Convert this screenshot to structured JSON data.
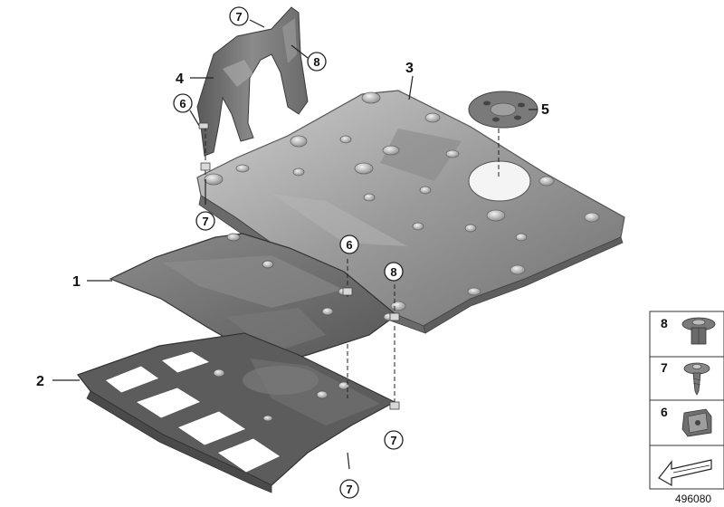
{
  "diagram": {
    "callouts": {
      "c1": "1",
      "c2": "2",
      "c3": "3",
      "c4": "4",
      "c5": "5",
      "c6a": "6",
      "c6b": "6",
      "c7a": "7",
      "c7b": "7",
      "c7c": "7",
      "c7d": "7",
      "c8a": "8",
      "c8b": "8"
    },
    "legend": {
      "k8": "8",
      "k7": "7",
      "k6": "6"
    },
    "image_code": "496080"
  }
}
